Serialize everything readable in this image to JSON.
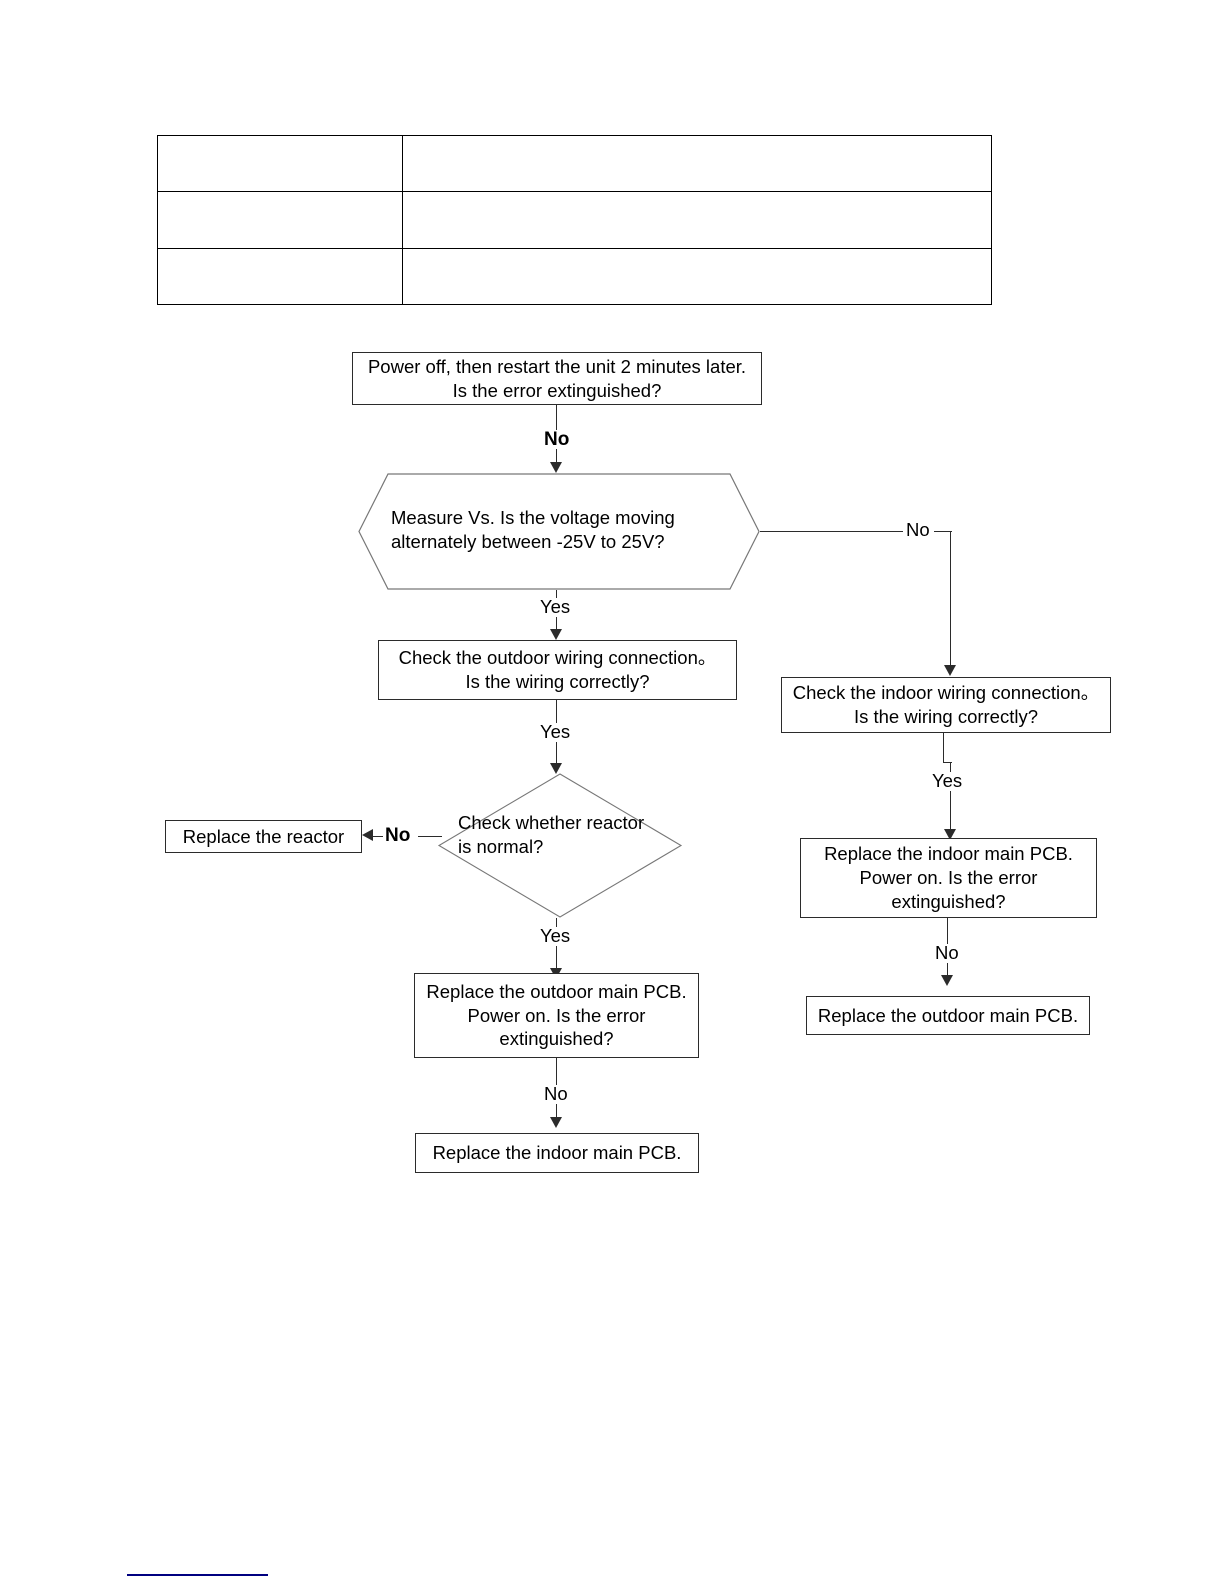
{
  "table": {
    "rows": [
      {
        "label": "",
        "value": ""
      },
      {
        "label": "",
        "value": ""
      },
      {
        "label": "",
        "value": ""
      }
    ]
  },
  "flowchart": {
    "nodes": {
      "restart_check": "Power off, then restart the unit 2 minutes later.\nIs the error extinguished?",
      "measure_vs": "Measure  Vs. Is the voltage  moving\nalternately between -25V to 25V?",
      "outdoor_wiring": "Check the outdoor wiring connection。\nIs the wiring correctly?",
      "indoor_wiring": "Check the indoor wiring connection。\nIs the wiring correctly?",
      "reactor_check": "Check whether reactor\nis normal?",
      "replace_reactor": "Replace  the reactor",
      "replace_outdoor_pcb_check": "Replace the outdoor main PCB.\nPower on. Is the error\nextinguished?",
      "replace_indoor_pcb_final": "Replace the indoor main PCB.",
      "replace_indoor_pcb_check": "Replace the indoor main PCB.\nPower on. Is the error\nextinguished?",
      "replace_outdoor_pcb_final": "Replace  the outdoor main PCB."
    },
    "edges": {
      "restart_no": "No",
      "measure_yes": "Yes",
      "measure_no": "No",
      "outdoor_wiring_yes": "Yes",
      "reactor_no": "No",
      "reactor_yes": "Yes",
      "outdoor_pcb_no": "No",
      "indoor_wiring_yes": "Yes",
      "indoor_pcb_no": "No"
    }
  },
  "colors": {
    "line": "#2b2b2b",
    "border": "#000000",
    "footer_rule": "#000080"
  }
}
